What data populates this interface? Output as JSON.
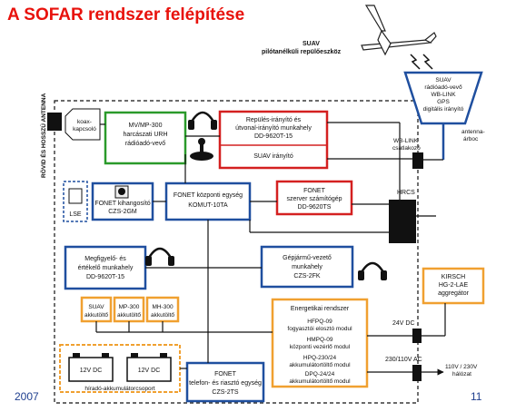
{
  "title": "A SOFAR rendszer felépítése",
  "year": "2007",
  "page_number": "11",
  "colors": {
    "title": "#e8120c",
    "green": "#2a9a2a",
    "red": "#d42020",
    "blue": "#1f4f9f",
    "orange": "#f0a030",
    "black": "#111111"
  },
  "side_label": "RÖVID ÉS HOSSZÚ ANTENNA",
  "aircraft": {
    "line1": "SUAV",
    "line2": "pilótanélküli repülőeszköz"
  },
  "mast": {
    "lines": [
      "SUAV",
      "rádióadó-vevő",
      "WB-LINK",
      "GPS",
      "digitális irányító"
    ],
    "label_lines": [
      "antenna-",
      "árboc"
    ]
  },
  "coax": {
    "lines": [
      "koax-",
      "kapcsoló"
    ]
  },
  "mv": {
    "lines": [
      "MV/MP-300",
      "harcászati URH",
      "rádióadó-vevő"
    ]
  },
  "flight": {
    "lines": [
      "Repülés-irányító és",
      "útvonal-irányító munkahely",
      "DD-9620T-15"
    ],
    "sub": "SUAV irányító"
  },
  "wblink": {
    "lines": [
      "WB-LINK",
      "csatlakozó"
    ]
  },
  "lse": "LSE",
  "speaker": {
    "lines": [
      "FONET kihangosító",
      "CZS-2GM"
    ]
  },
  "central": {
    "lines": [
      "FONET központi egység",
      "KOMUT-10TA"
    ]
  },
  "server": {
    "lines": [
      "FONET",
      "szerver számítógép",
      "DD-9620TS"
    ]
  },
  "hrcs": "HRCS",
  "observer": {
    "lines": [
      "Megfigyelő- és",
      "értékelő munkahely",
      "DD-9620T-15"
    ]
  },
  "driver": {
    "lines": [
      "Gépjármű-vezető",
      "munkahely",
      "CZS-2FK"
    ]
  },
  "kirsch": {
    "lines": [
      "KIRSCH",
      "HG-2-LAE",
      "aggregátor"
    ]
  },
  "chargers": [
    {
      "lines": [
        "SUAV",
        "akkutöltő"
      ]
    },
    {
      "lines": [
        "MP-300",
        "akkutöltő"
      ]
    },
    {
      "lines": [
        "MH-300",
        "akkutöltő"
      ]
    }
  ],
  "energy": {
    "title": "Energetikai rendszer",
    "modules": [
      {
        "lines": [
          "HFPQ-09",
          "fogyasztói elosztó modul"
        ]
      },
      {
        "lines": [
          "HMPQ-09",
          "központi vezérlő modul"
        ]
      },
      {
        "lines": [
          "HPQ-230/24",
          "akkumulátortöltő modul"
        ]
      },
      {
        "lines": [
          "DPQ-24/24",
          "akkumulátortöltő modul"
        ]
      }
    ]
  },
  "v24": "24V DC",
  "ac_in": "230/110V AC",
  "ac_out": {
    "lines": [
      "110V / 230V",
      "hálózat"
    ]
  },
  "batteries": {
    "cells": [
      "12V DC",
      "12V DC"
    ],
    "caption": "híradó-akkumulátorcsoport"
  },
  "phone": {
    "lines": [
      "FONET",
      "telefon- és riasztó egység",
      "CZS-2TS"
    ]
  }
}
